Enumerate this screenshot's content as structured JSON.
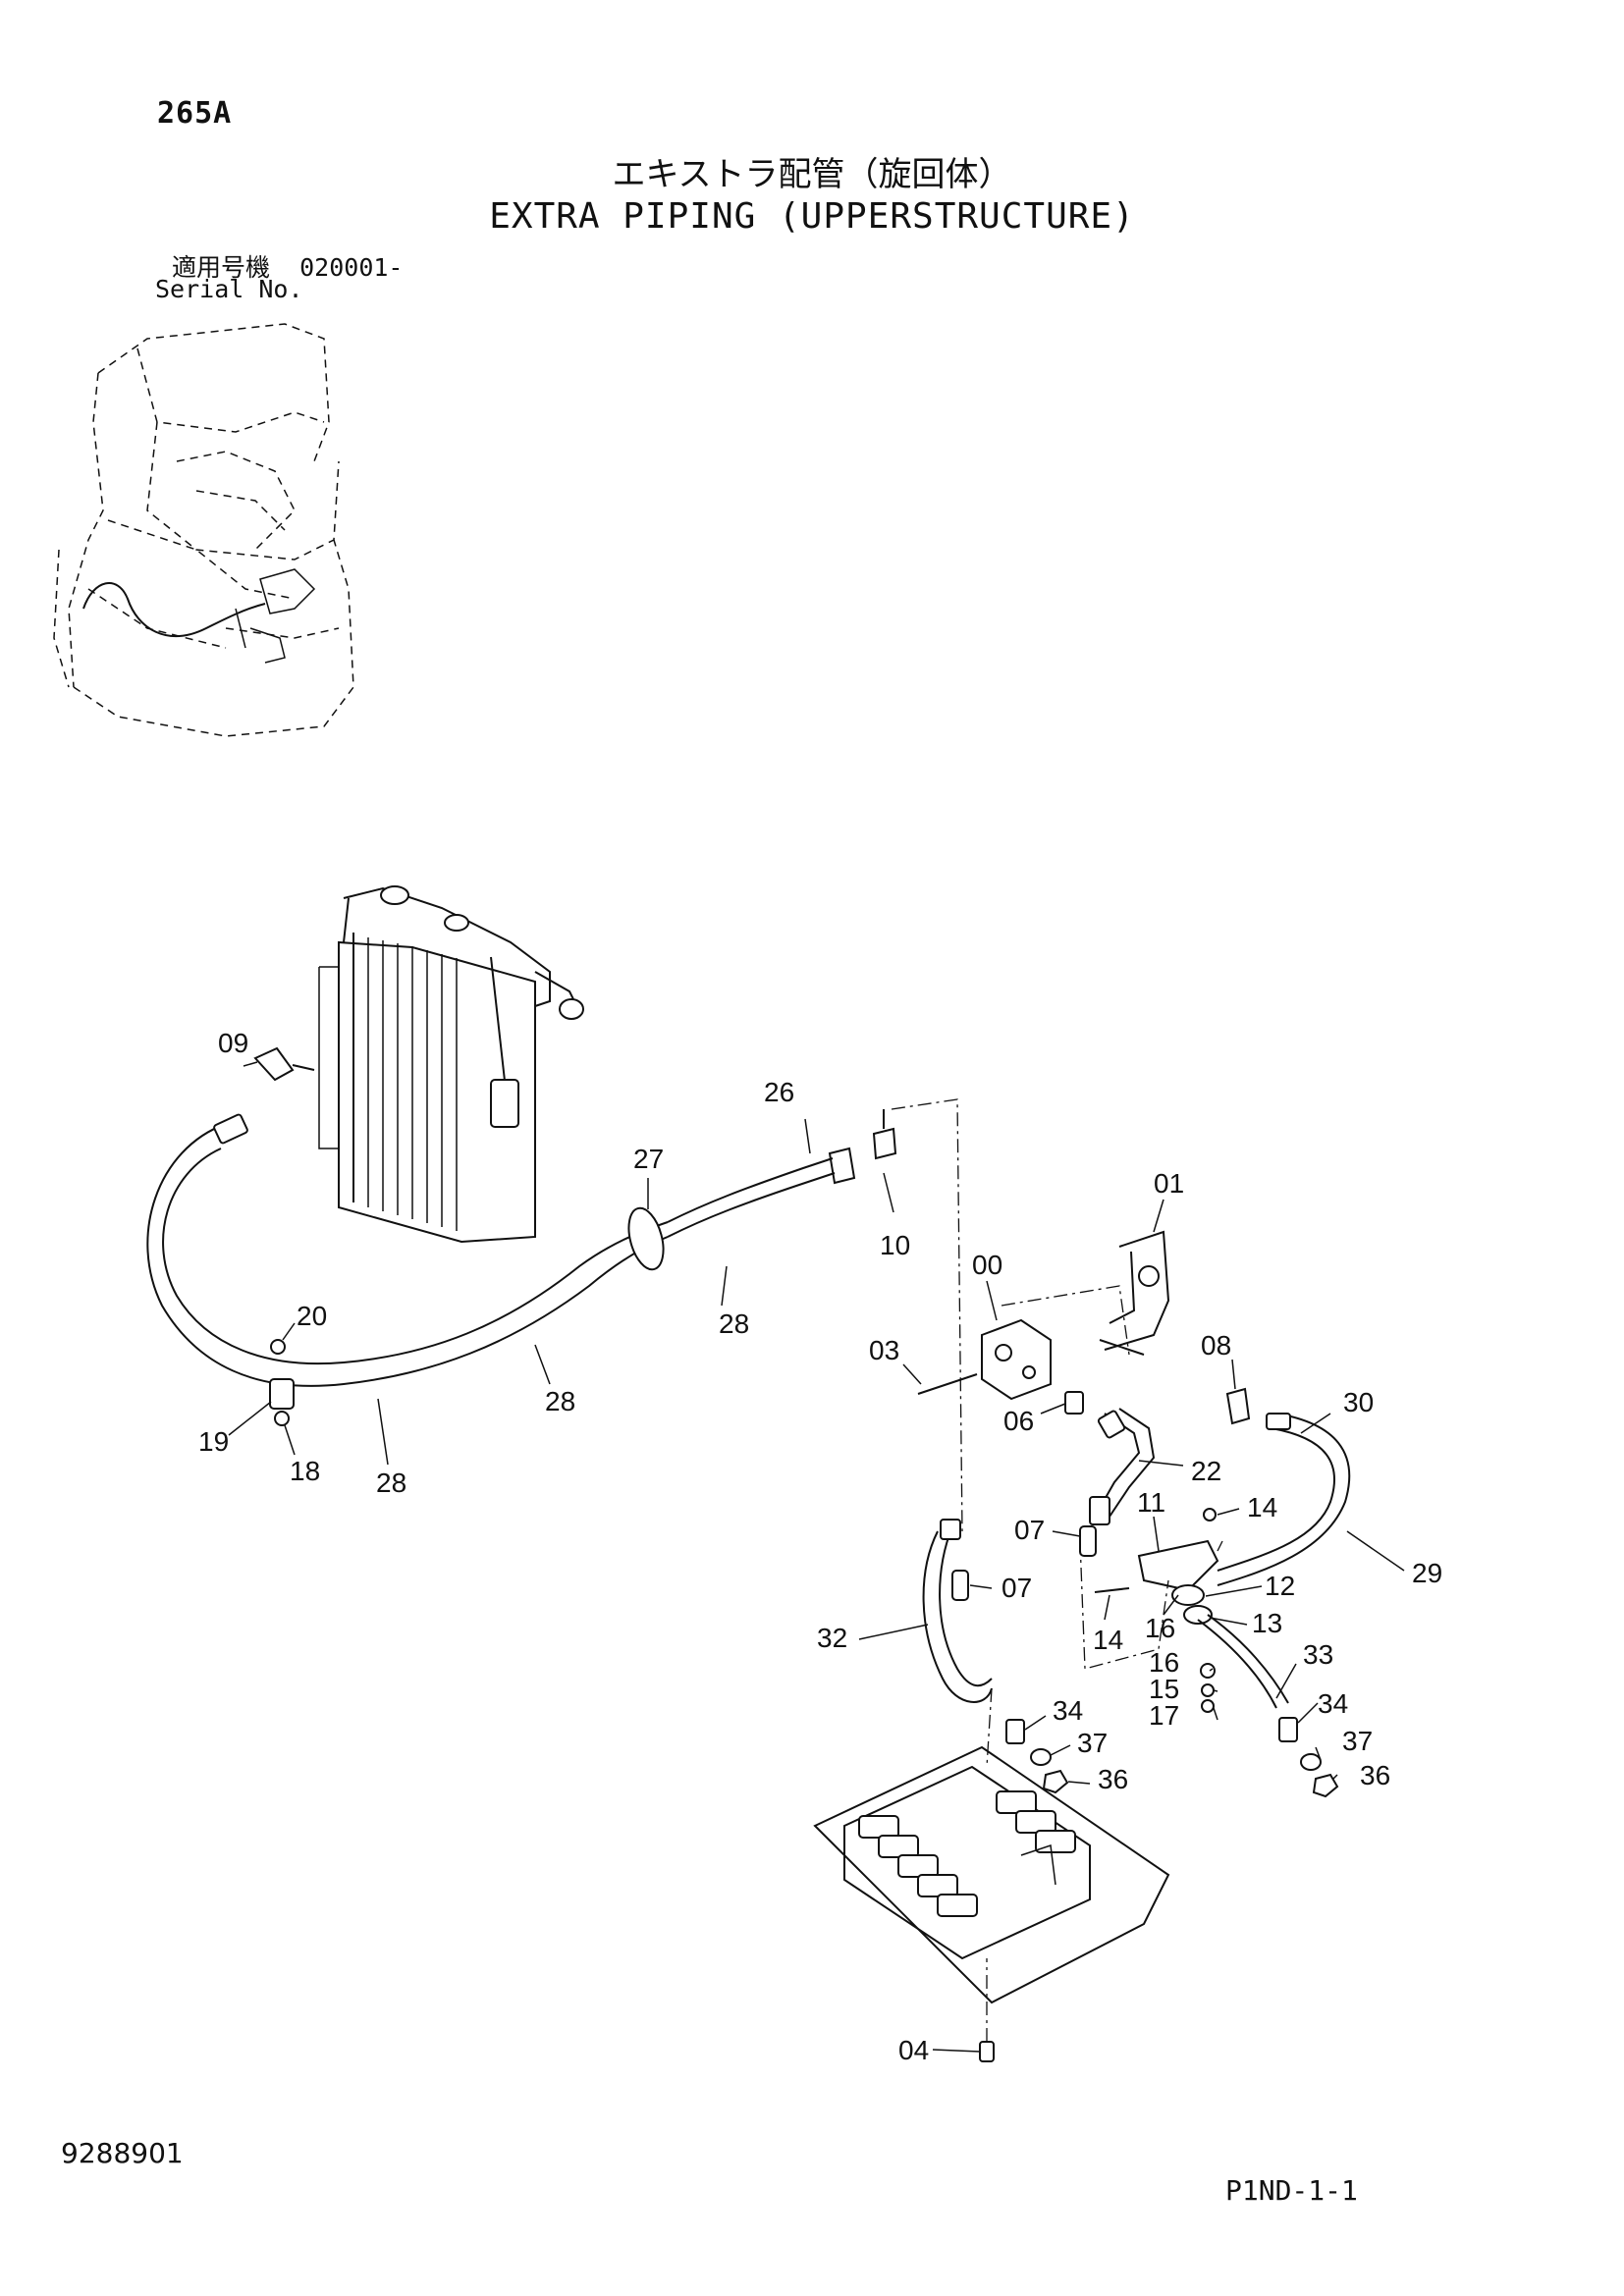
{
  "header": {
    "page_code": "265A",
    "title_jp": "エキストラ配管（旋回体）",
    "title_en": "EXTRA PIPING (UPPERSTRUCTURE)",
    "serial_label_jp": "適用号機",
    "serial_value": "020001-",
    "serial_label_en": "Serial No."
  },
  "callouts": [
    "09",
    "26",
    "27",
    "10",
    "01",
    "00",
    "08",
    "20",
    "28",
    "28",
    "28",
    "03",
    "06",
    "30",
    "19",
    "18",
    "22",
    "11",
    "14",
    "07",
    "07",
    "12",
    "29",
    "32",
    "14",
    "16",
    "13",
    "16",
    "33",
    "15",
    "17",
    "34",
    "34",
    "37",
    "37",
    "36",
    "36",
    "04"
  ],
  "footer": {
    "doc_number": "9288901",
    "plate_code": "P1ND-1-1"
  }
}
